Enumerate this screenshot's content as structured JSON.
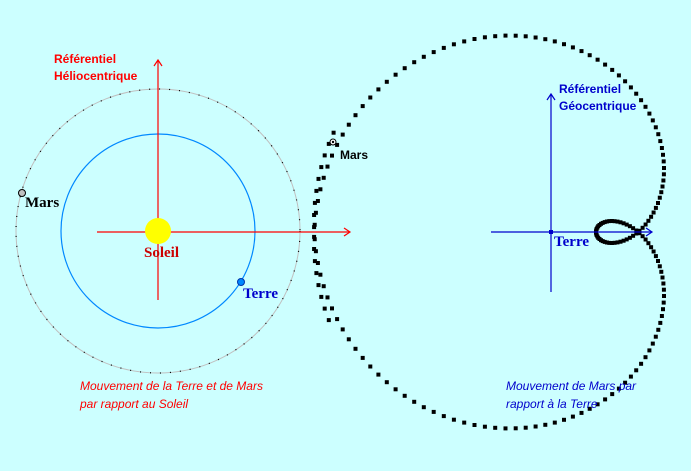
{
  "colors": {
    "background": "#ccffff",
    "helio": "#ff0000",
    "geo": "#0000cc",
    "earth_orbit": "#0088ff",
    "mars_orbit": "#c0c0c0",
    "sun": "#ffff00",
    "path": "#000000"
  },
  "helio": {
    "title_line1": "Référentiel",
    "title_line2": "Héliocentrique",
    "sun_label": "Soleil",
    "earth_label": "Terre",
    "mars_label": "Mars",
    "caption_line1": "Mouvement de la Terre et de Mars",
    "caption_line2": "par rapport au Soleil"
  },
  "geo": {
    "title_line1": "Référentiel",
    "title_line2": "Géocentrique",
    "earth_label": "Terre",
    "mars_label": "Mars",
    "caption_line1": "Mouvement de Mars par",
    "caption_line2": "rapport à la Terre"
  }
}
